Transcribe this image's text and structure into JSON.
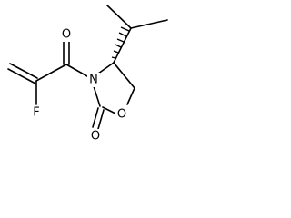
{
  "molecule": {
    "atoms": {
      "F": "F",
      "N": "N",
      "O_ketone": "O",
      "O_ring_carbonyl": "O",
      "O_ring": "O"
    },
    "colors": {
      "bond": "#000000",
      "label": "#000000",
      "background": "#ffffff"
    }
  }
}
